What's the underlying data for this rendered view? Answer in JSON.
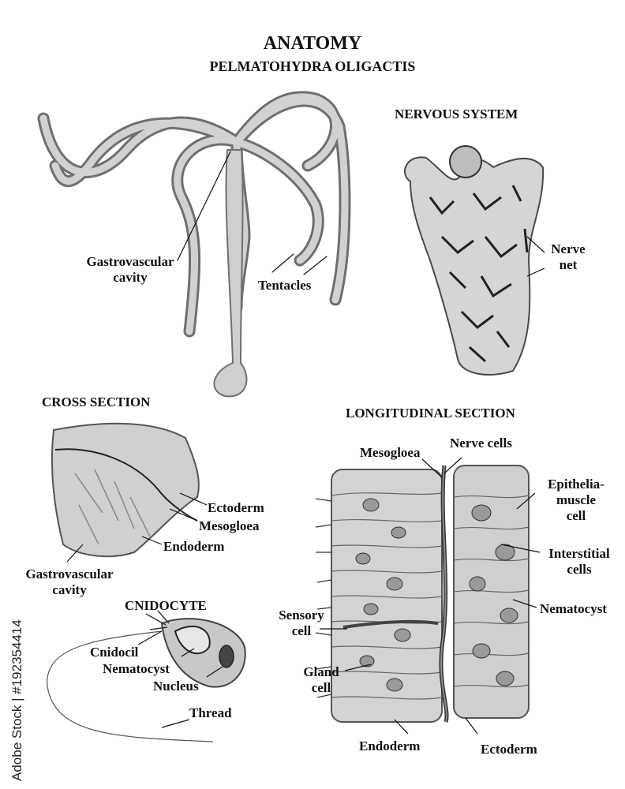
{
  "title": "ANATOMY",
  "subtitle": "PELMATOHYDRA OLIGACTIS",
  "sections": {
    "nervous_system": "NERVOUS SYSTEM",
    "cross_section": "CROSS SECTION",
    "longitudinal_section": "LONGITUDINAL SECTION",
    "cnidocyte": "CNIDOCYTE"
  },
  "anatomy_labels": {
    "gastrovascular_1": "Gastrovascular",
    "gastrovascular_2": "cavity",
    "tentacles": "Tentacles"
  },
  "nervous_labels": {
    "nerve_1": "Nerve",
    "nerve_2": "net"
  },
  "cross_labels": {
    "ectoderm": "Ectoderm",
    "mesogloea": "Mesogloea",
    "endoderm": "Endoderm",
    "gastro_1": "Gastrovascular",
    "gastro_2": "cavity"
  },
  "cnido_labels": {
    "cnidocil": "Cnidocil",
    "nematocyst": "Nematocyst",
    "nucleus": "Nucleus",
    "thread": "Thread"
  },
  "long_labels": {
    "mesogloea": "Mesogloea",
    "nerve_cells": "Nerve cells",
    "epithelia_1": "Epithelia-",
    "epithelia_2": "muscle",
    "epithelia_3": "cell",
    "interstitial_1": "Interstitial",
    "interstitial_2": "cells",
    "nematocyst": "Nematocyst",
    "sensory_1": "Sensory",
    "sensory_2": "cell",
    "gland_1": "Gland",
    "gland_2": "cell",
    "endoderm": "Endoderm",
    "ectoderm": "Ectoderm"
  },
  "watermark": "Adobe Stock | #192354414",
  "colors": {
    "ink": "#111111",
    "tissue": "#c9c9c9",
    "tissue_dark": "#8a8a8a",
    "outline": "#555555"
  }
}
